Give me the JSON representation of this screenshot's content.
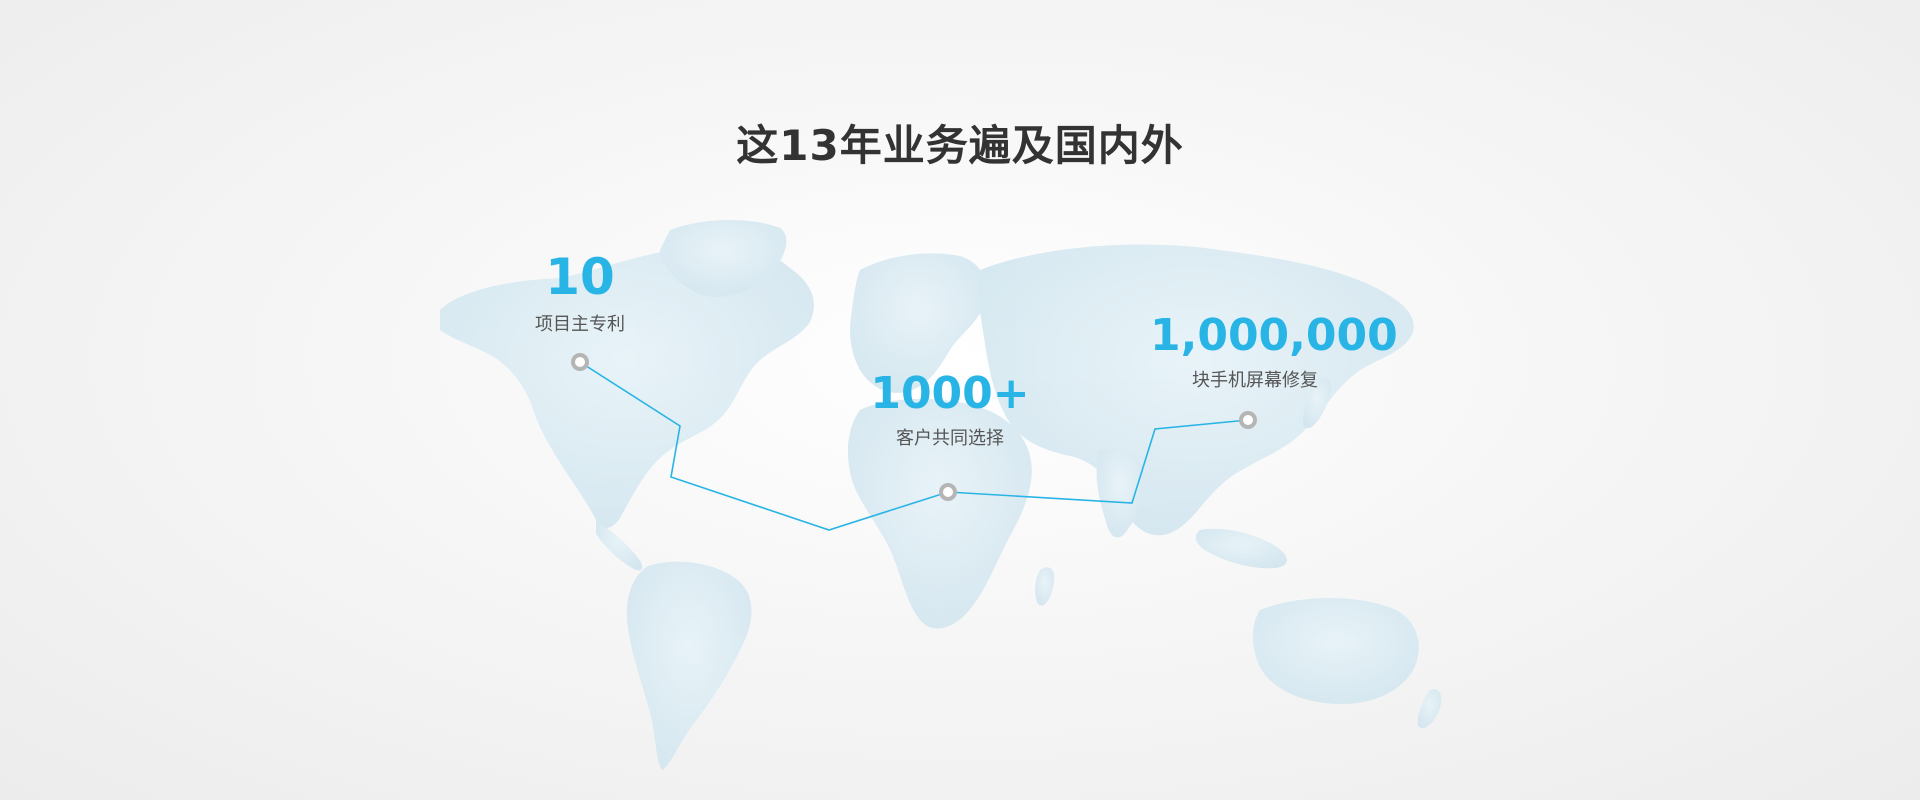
{
  "title": "这13年业务遍及国内外",
  "colors": {
    "accent": "#29b4e6",
    "title": "#333333",
    "label": "#555555",
    "map": "#d4e8f1",
    "marker": "#b5b5b5"
  },
  "stats": [
    {
      "value": "10",
      "label": "项目主专利"
    },
    {
      "value": "1000+",
      "label": "客户共同选择"
    },
    {
      "value": "1,000,000",
      "label": "块手机屏幕修复"
    }
  ]
}
